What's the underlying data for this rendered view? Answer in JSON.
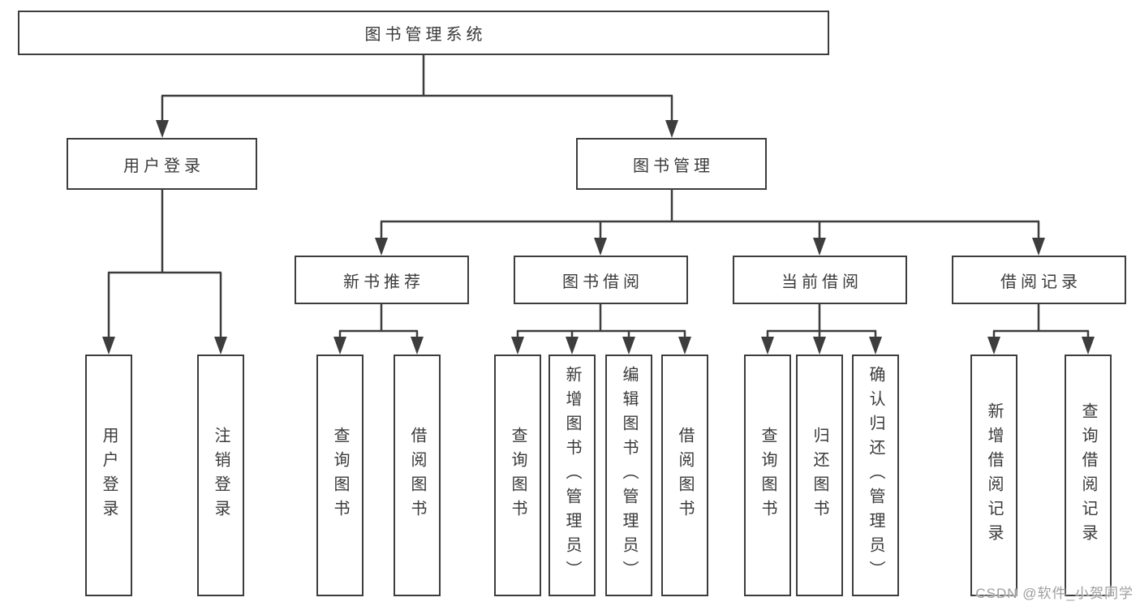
{
  "nodes": {
    "root": "图书管理系统",
    "user_login": "用户登录",
    "book_management": "图书管理",
    "new_book_recommend": "新书推荐",
    "book_borrow": "图书借阅",
    "current_borrow": "当前借阅",
    "borrow_record": "借阅记录"
  },
  "leaves": {
    "user_login": [
      "用户登录",
      "注销登录"
    ],
    "new_book_recommend": [
      "查询图书",
      "借阅图书"
    ],
    "book_borrow": [
      "查询图书",
      "新增图书（管理员）",
      "编辑图书（管理员）",
      "借阅图书"
    ],
    "current_borrow": [
      "查询图书",
      "归还图书",
      "确认归还（管理员）"
    ],
    "borrow_record": [
      "新增借阅记录",
      "查询借阅记录"
    ]
  },
  "watermark": "CSDN @软件_小贺同学",
  "colors": {
    "line": "#3d3d3d",
    "text": "#3a3a3a",
    "watermark": "#9e9e9e",
    "background": "#ffffff"
  }
}
